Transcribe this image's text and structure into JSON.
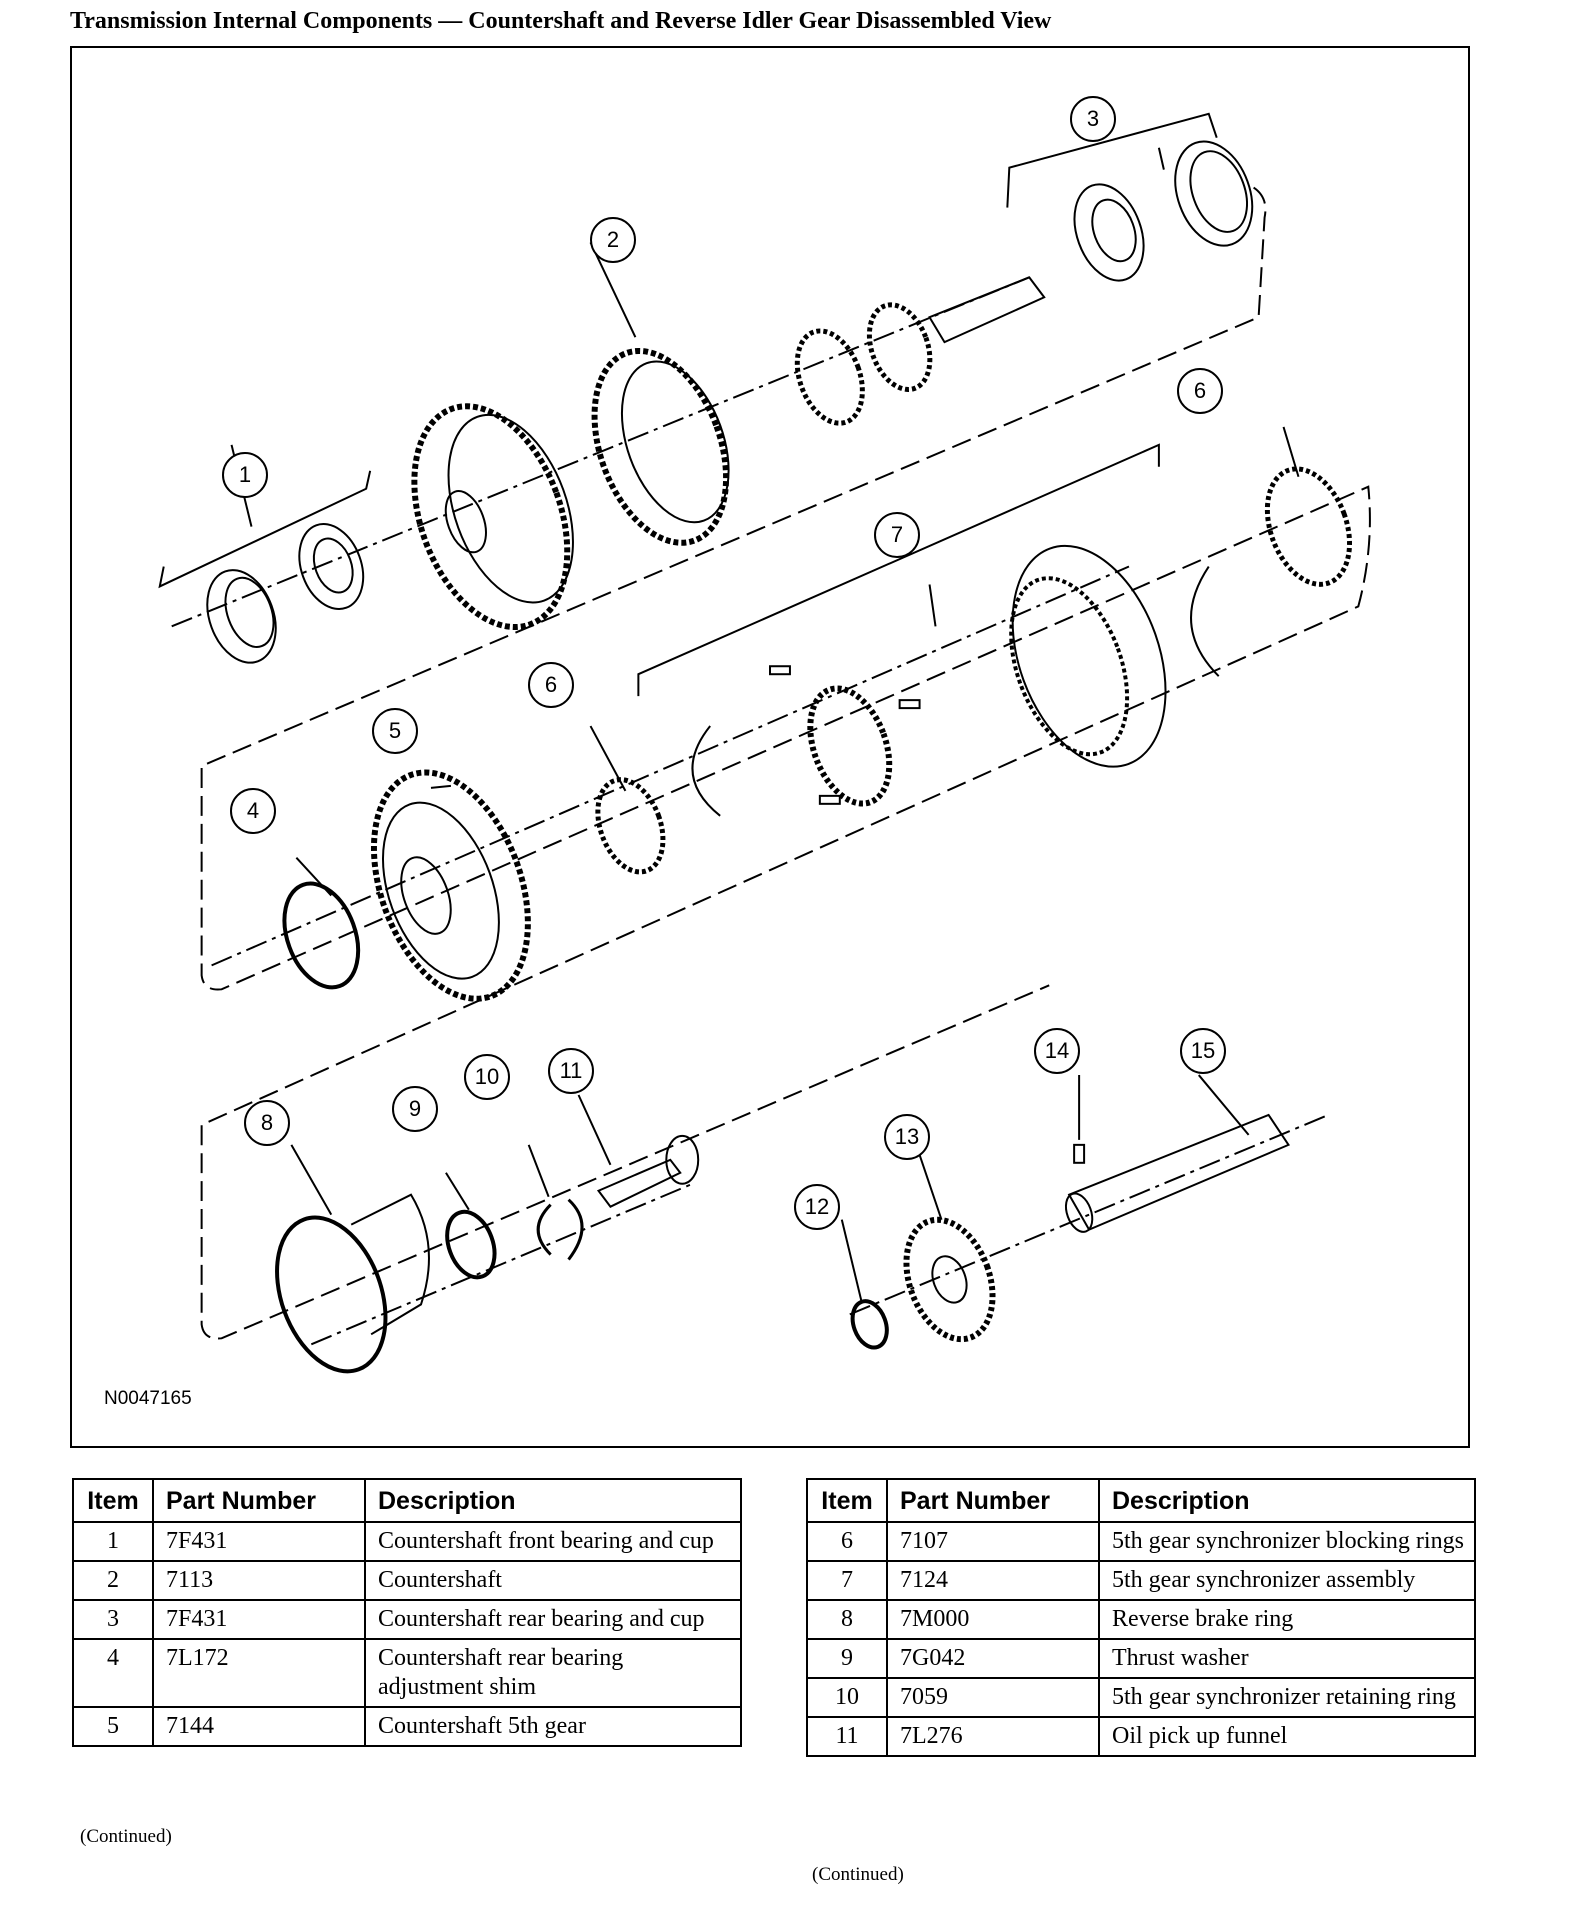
{
  "title": "Transmission Internal Components — Countershaft and Reverse Idler Gear Disassembled View",
  "figure": {
    "id": "N0047165",
    "callouts": [
      "1",
      "2",
      "3",
      "4",
      "5",
      "6",
      "6",
      "7",
      "8",
      "9",
      "10",
      "11",
      "12",
      "13",
      "14",
      "15"
    ]
  },
  "table_headers": {
    "item": "Item",
    "part_number": "Part Number",
    "description": "Description"
  },
  "left_table": [
    {
      "item": "1",
      "part": "7F431",
      "desc": "Countershaft front bearing and cup"
    },
    {
      "item": "2",
      "part": "7113",
      "desc": "Countershaft"
    },
    {
      "item": "3",
      "part": "7F431",
      "desc": "Countershaft rear bearing and cup"
    },
    {
      "item": "4",
      "part": "7L172",
      "desc": "Countershaft rear bearing adjustment shim"
    },
    {
      "item": "5",
      "part": "7144",
      "desc": "Countershaft 5th gear"
    }
  ],
  "right_table": [
    {
      "item": "6",
      "part": "7107",
      "desc": "5th gear synchronizer blocking rings"
    },
    {
      "item": "7",
      "part": "7124",
      "desc": "5th gear synchronizer assembly"
    },
    {
      "item": "8",
      "part": "7M000",
      "desc": "Reverse brake ring"
    },
    {
      "item": "9",
      "part": "7G042",
      "desc": "Thrust washer"
    },
    {
      "item": "10",
      "part": "7059",
      "desc": "5th gear synchronizer retaining ring"
    },
    {
      "item": "11",
      "part": "7L276",
      "desc": "Oil pick up funnel"
    }
  ],
  "continued": "(Continued)"
}
